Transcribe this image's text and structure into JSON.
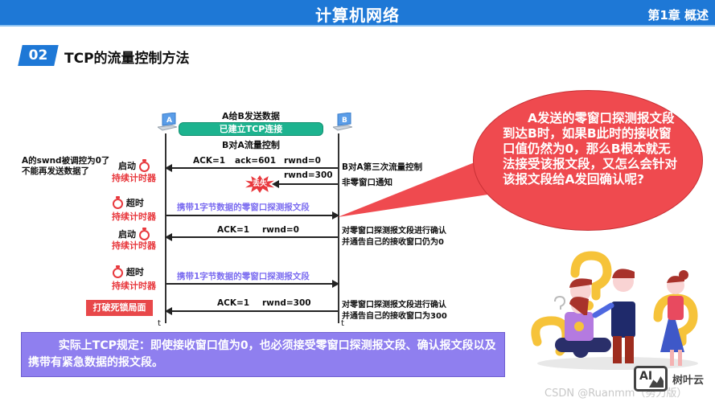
{
  "header": {
    "title": "计算机网络",
    "chapter": "第1章 概述"
  },
  "section": {
    "number": "02",
    "title": "TCP的流量控制方法"
  },
  "diagram": {
    "host_a": "A",
    "host_b": "B",
    "top_label": "A给B发送数据",
    "connection_label": "已建立TCP连接",
    "flow_label": "B对A流量控制",
    "left_note": [
      "A的swnd被调控为0了",
      "不能再发送数据了"
    ],
    "messages": [
      {
        "fields": [
          "ACK=1",
          "ack=601",
          "rwnd=0"
        ],
        "direction": "B->A",
        "right_note": "B对A第三次流量控制"
      },
      {
        "fields": [
          "rwnd=300"
        ],
        "direction": "B->A",
        "lost_label": "丢失",
        "right_note": "非零窗口通知"
      },
      {
        "label": "携带1字节数据的零窗口探测报文段",
        "direction": "A->B"
      },
      {
        "fields": [
          "ACK=1",
          "rwnd=0"
        ],
        "direction": "B->A",
        "right_note": [
          "对零窗口探测报文段进行确认",
          "并通告自己的接收窗口仍为0"
        ]
      },
      {
        "label": "携带1字节数据的零窗口探测报文段",
        "direction": "A->B"
      },
      {
        "fields": [
          "ACK=1",
          "rwnd=300"
        ],
        "direction": "B->A",
        "right_note": [
          "对零窗口探测报文段进行确认",
          "并通告自己的接收窗口为300"
        ]
      }
    ],
    "timer_events": [
      {
        "action": "启动",
        "timer": "持续计时器"
      },
      {
        "action": "超时",
        "timer": "持续计时器"
      },
      {
        "action": "启动",
        "timer": "持续计时器"
      },
      {
        "action": "超时",
        "timer": "持续计时器"
      }
    ],
    "deadlock_label": "打破死锁局面",
    "time_axis_label": "t"
  },
  "bubble": {
    "text": "A发送的零窗口探测报文段到达B时，如果B此时的接收窗口值仍然为0，那么B根本就无法接受该报文段，又怎么会针对该报文段给A发回确认呢?"
  },
  "note": {
    "text": "实际上TCP规定：即使接收窗口值为0，也必须接受零窗口探测报文段、确认报文段以及携带有紧急数据的报文段。"
  },
  "footer": {
    "watermark": "CSDN @Ruanmm（努力版）",
    "brand": "树叶云",
    "logo_text": "AI"
  },
  "colors": {
    "header": "#1e78d6",
    "accent_red": "#e8383d",
    "probe_purple": "#7b6cf0",
    "connection_green": "#1db38f",
    "note_bg": "#8f7fef"
  }
}
